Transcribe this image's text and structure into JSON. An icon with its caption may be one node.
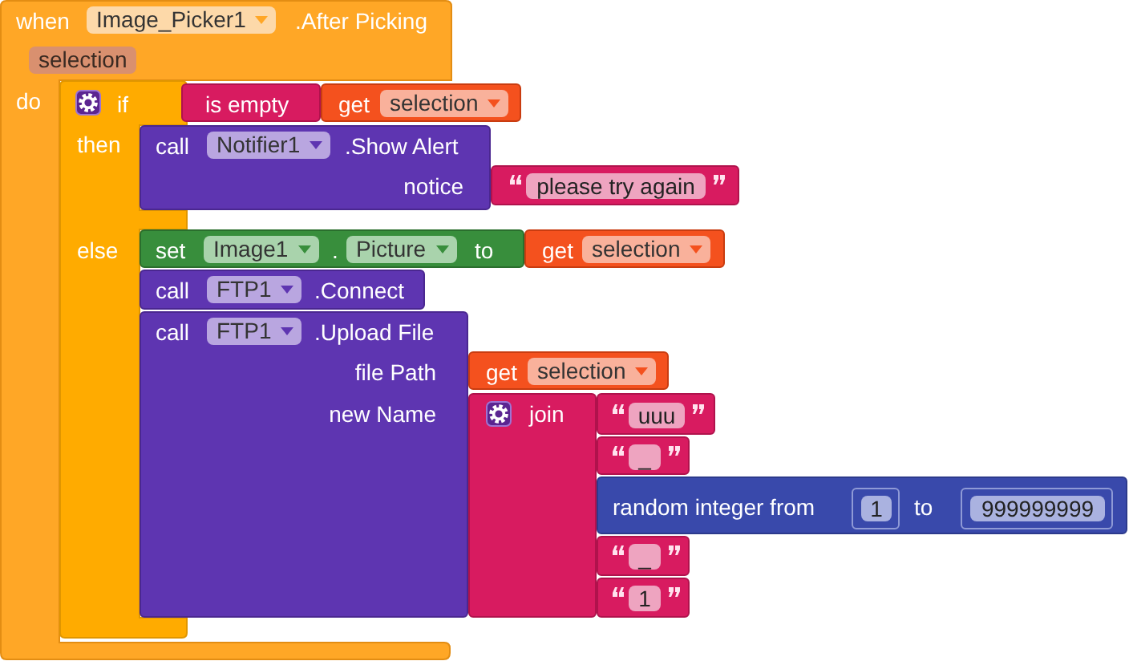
{
  "diagram": {
    "nodes": [
      {
        "text": [
          "when",
          "Image_Picker1",
          ".After Picking",
          "selection",
          "do"
        ]
      },
      {
        "text": [
          "if",
          "then",
          "else"
        ]
      },
      {
        "text": [
          "is empty"
        ]
      },
      {
        "text": [
          "get",
          "selection"
        ]
      },
      {
        "text": [
          "call",
          "Notifier1",
          ".Show Alert",
          "notice"
        ]
      },
      {
        "text": [
          "please try again"
        ]
      },
      {
        "text": [
          "set",
          "Image1",
          ".",
          "Picture",
          "to"
        ]
      },
      {
        "text": [
          "get",
          "selection"
        ]
      },
      {
        "text": [
          "call",
          "FTP1",
          ".Connect"
        ]
      },
      {
        "text": [
          "call",
          "FTP1",
          ".Upload File",
          "file Path",
          "new Name"
        ]
      },
      {
        "text": [
          "get",
          "selection"
        ]
      },
      {
        "text": [
          "join"
        ]
      },
      {
        "text": [
          "uuu"
        ]
      },
      {
        "text": [
          "_"
        ]
      },
      {
        "text": [
          "random integer from",
          "to"
        ]
      },
      {
        "text": [
          "1"
        ],
        "in": 14
      },
      {
        "text": [
          "999999999"
        ],
        "in": 14
      },
      {
        "text": [
          "_"
        ]
      },
      {
        "text": [
          "1"
        ]
      }
    ]
  }
}
